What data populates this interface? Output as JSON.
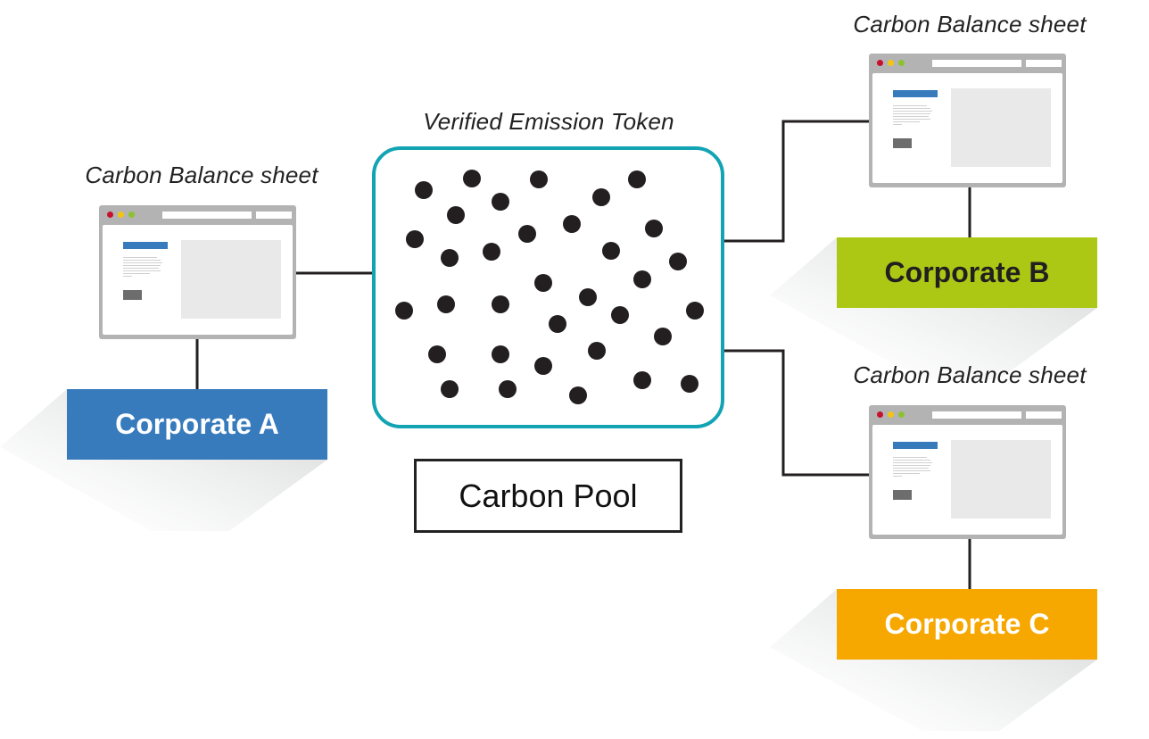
{
  "diagram": {
    "pool": {
      "title": "Verified Emission Token",
      "label": "Carbon Pool",
      "border_color": "#13a4b4",
      "token_color": "#231f20",
      "token_count": 34
    },
    "corporates": [
      {
        "id": "a",
        "label": "Corporate A",
        "bg_color": "#377bbc",
        "text_color": "#ffffff",
        "sheet_caption": "Carbon Balance sheet"
      },
      {
        "id": "b",
        "label": "Corporate B",
        "bg_color": "#acc815",
        "text_color": "#231f20",
        "sheet_caption": "Carbon Balance sheet"
      },
      {
        "id": "c",
        "label": "Corporate C",
        "bg_color": "#f6a800",
        "text_color": "#ffffff",
        "sheet_caption": "Carbon Balance sheet"
      }
    ],
    "browser_mockup": {
      "frame_color": "#b3b3b3",
      "window_dots": [
        "#c8102e",
        "#f2c511",
        "#8dc22f"
      ],
      "heading_bar_color": "#377bbc",
      "button_color": "#6d6d6d",
      "panel_color": "#e9e9ea"
    },
    "connections": [
      {
        "from": "Corporate A",
        "to": "Carbon Pool"
      },
      {
        "from": "Carbon Pool",
        "to": "Corporate B"
      },
      {
        "from": "Carbon Pool",
        "to": "Corporate C"
      }
    ],
    "line_color": "#231f20"
  }
}
